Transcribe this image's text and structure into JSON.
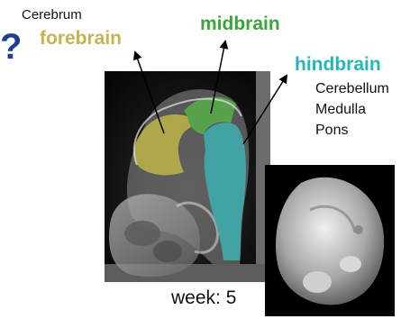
{
  "question_mark": "?",
  "labels": {
    "cerebrum": "Cerebrum",
    "forebrain": "forebrain",
    "midbrain": "midbrain",
    "hindbrain": "hindbrain",
    "hindbrain_parts": [
      "Cerebellum",
      "Medulla",
      "Pons"
    ],
    "week": "week: 5"
  },
  "colors": {
    "forebrain": "#c8b44a",
    "midbrain": "#3aa63a",
    "hindbrain": "#23b6be",
    "forebrain_region": "#b6ae48",
    "midbrain_region": "#57a84a",
    "hindbrain_region": "#3fa8aa"
  }
}
